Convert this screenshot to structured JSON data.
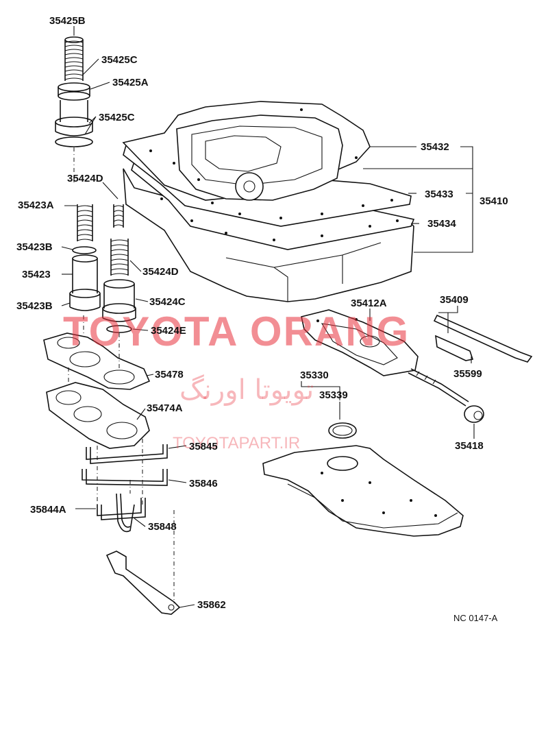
{
  "diagram_code": "NC 0147-A",
  "watermark": {
    "brand": "TOYOTA ORANG",
    "persian": "تویوتا اورنگ",
    "site": "TOYOTAPART.IR",
    "color": "#e8323c"
  },
  "labels": {
    "p35425B": "35425B",
    "p35425C_top": "35425C",
    "p35425A": "35425A",
    "p35425C_bot": "35425C",
    "p35424D_top": "35424D",
    "p35423A": "35423A",
    "p35423B_top": "35423B",
    "p35423": "35423",
    "p35424D_bot": "35424D",
    "p35424C": "35424C",
    "p35423B_bot": "35423B",
    "p35424E": "35424E",
    "p35478": "35478",
    "p35474A": "35474A",
    "p35845": "35845",
    "p35846": "35846",
    "p35844A": "35844A",
    "p35848": "35848",
    "p35862": "35862",
    "p35432": "35432",
    "p35433": "35433",
    "p35434": "35434",
    "p35410": "35410",
    "p35412A": "35412A",
    "p35409": "35409",
    "p35599": "35599",
    "p35330": "35330",
    "p35339": "35339",
    "p35418": "35418"
  }
}
